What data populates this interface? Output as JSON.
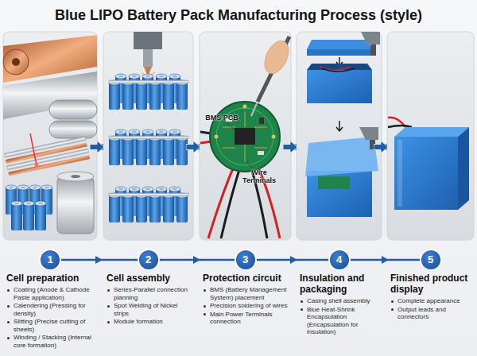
{
  "diagram": {
    "title": "Blue LIPO Battery Pack Manufacturing Process (style)",
    "nodes": [
      {
        "text": [
          "1",
          "Cell preparation",
          "Coating (Anode & Cathode Paste application)",
          "Calendering (Pressing for density)",
          "Slitting (Precise cutting of sheets)",
          "Winding / Stacking (Internal core formation)"
        ]
      },
      {
        "text": [
          "2",
          "Cell assembly",
          "Series-Parallel connection planning",
          "Spot Welding of Nickel strips",
          "Module formation"
        ]
      },
      {
        "text": [
          "3",
          "Protection circuit",
          "BMS (Battery Management System) placement",
          "Precision soldering of wires",
          "Main Power Terminals connection"
        ]
      },
      {
        "text": [
          "4",
          "Insulation and packaging",
          "Casing shell assembly",
          "Blue Heat-Shrink Encapsulation (Encapsulation for insulation)"
        ]
      },
      {
        "text": [
          "5",
          "Finished product display",
          "Complete appearance",
          "Output leads and connectors"
        ]
      }
    ],
    "edges": [
      {
        "from": 0,
        "to": 1,
        "arrow": "to"
      },
      {
        "from": 1,
        "to": 2,
        "arrow": "to"
      },
      {
        "from": 2,
        "to": 3,
        "arrow": "to"
      },
      {
        "from": 3,
        "to": 4,
        "arrow": "to"
      }
    ],
    "labels": [
      "BMS PCB",
      "Wire Terminals"
    ]
  }
}
